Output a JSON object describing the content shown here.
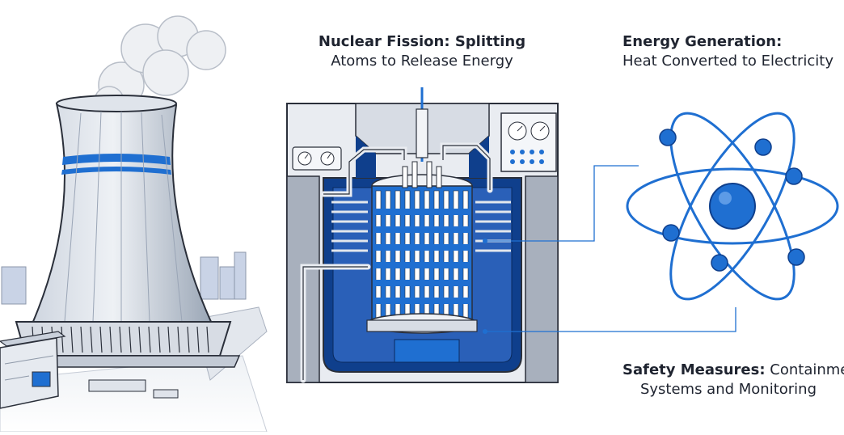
{
  "labels": {
    "fission": {
      "title": "Nuclear Fission: Splitting",
      "subtitle": "Atoms to Release Energy"
    },
    "energy": {
      "title": "Energy Generation:",
      "subtitle": "Heat Converted to Electricity"
    },
    "safety": {
      "title": "Safety Measures:",
      "title_rest": " Containment",
      "subtitle": "Systems and Monitoring"
    }
  },
  "colors": {
    "accent_blue": "#1f6fd1",
    "dark_blue": "#0f3f8c",
    "mid_gray": "#7d8594",
    "light_gray": "#d9dde4",
    "outline": "#2a2f3a"
  },
  "icons": [
    "cooling-tower-icon",
    "steam-cloud-icon",
    "reactor-core-icon",
    "atom-icon",
    "control-panel-icon",
    "gauge-icon"
  ]
}
